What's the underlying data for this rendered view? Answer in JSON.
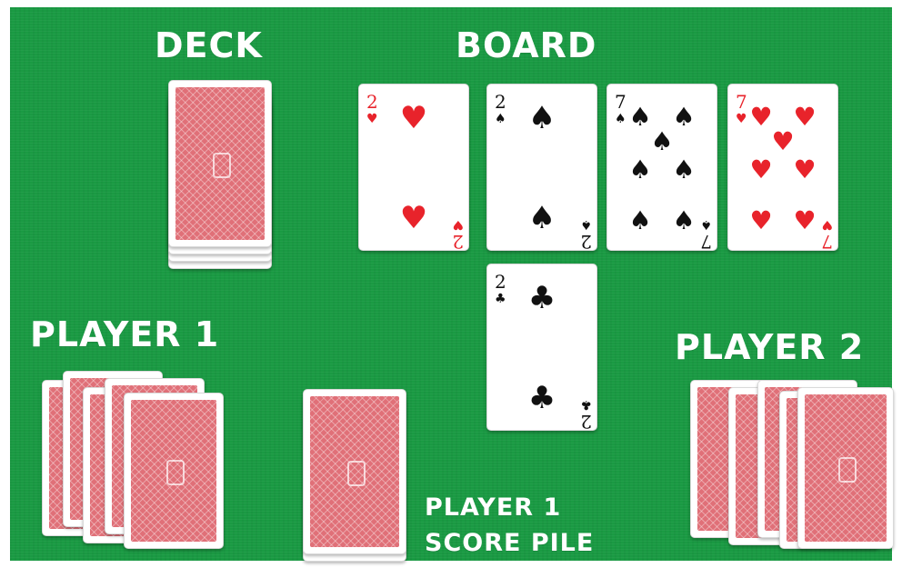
{
  "labels": {
    "deck": "DECK",
    "board": "BOARD",
    "player1": "PLAYER 1",
    "player2": "PLAYER 2",
    "score_pile_line1": "PLAYER 1",
    "score_pile_line2": "SCORE PILE"
  },
  "colors": {
    "felt": "#1a9a43",
    "card_back": "#e07078",
    "red_suit": "#e8232b",
    "black_suit": "#111111"
  },
  "board_cards": [
    {
      "rank": "2",
      "suit": "hearts"
    },
    {
      "rank": "2",
      "suit": "spades"
    },
    {
      "rank": "7",
      "suit": "spades"
    },
    {
      "rank": "7",
      "suit": "hearts"
    },
    {
      "rank": "2",
      "suit": "clubs"
    }
  ],
  "deck_count_visible": 4,
  "player1_hand_count": 5,
  "player2_hand_count": 5,
  "score_pile_count_visible": 2
}
